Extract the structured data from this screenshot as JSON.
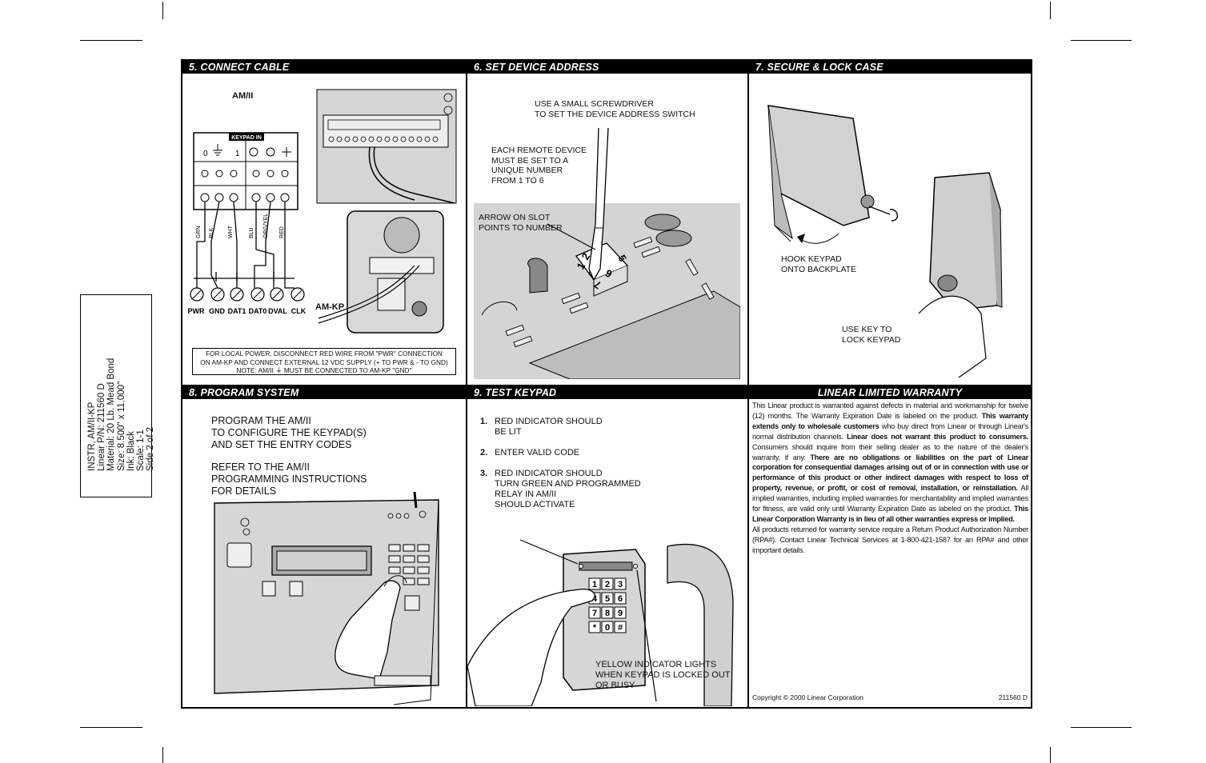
{
  "spec_block": {
    "lines": [
      "INSTR, AM/II-KP",
      "Linear P/N: 211560 D",
      "Material: 20 Lb. Mead Bond",
      "Size: 8.500\" x 11.000\"",
      "Ink: Black",
      "Scale: 1-1",
      "Side 2 of 2"
    ]
  },
  "panels": {
    "connect_cable": {
      "title": "5.  CONNECT CABLE",
      "amii_label": "AM/II",
      "keypad_in_label": "KEYPAD IN",
      "wire_colors": [
        "GRN",
        "BLK",
        "WHT",
        "BLU",
        "ORG/YEL",
        "RED"
      ],
      "amkp_label": "AM-KP",
      "terminal_labels": [
        "PWR",
        "GND",
        "DAT1",
        "DAT0",
        "DVAL",
        "CLK"
      ],
      "note_lines": [
        "FOR LOCAL POWER, DISCONNECT RED WIRE FROM \"PWR\"  CONNECTION",
        "ON AM-KP AND CONNECT EXTERNAL 12 VDC SUPPLY (+ TO PWR & - TO GND)",
        "NOTE: AM/II ⏚ MUST BE CONNECTED TO AM-KP \"GND\""
      ]
    },
    "set_device_address": {
      "title": "6.  SET DEVICE ADDRESS",
      "callout_screwdriver": "USE A SMALL SCREWDRIVER\nTO SET THE DEVICE ADDRESS SWITCH",
      "callout_device": "EACH REMOTE DEVICE\nMUST BE SET TO A\nUNIQUE NUMBER\nFROM 1 TO 6",
      "callout_arrow": "ARROW ON SLOT\nPOINTS TO NUMBER",
      "switch_digits": [
        "1",
        "2",
        "0",
        "7",
        "6",
        "5"
      ]
    },
    "secure_lock_case": {
      "title": "7.  SECURE & LOCK CASE",
      "callout_hook": "HOOK KEYPAD\nONTO BACKPLATE",
      "callout_key": "USE KEY TO\nLOCK KEYPAD"
    },
    "program_system": {
      "title": "8.  PROGRAM SYSTEM",
      "para1": "PROGRAM THE AM/II\nTO CONFIGURE THE KEYPAD(S)\nAND SET THE ENTRY CODES",
      "para2": "REFER TO THE AM/II\nPROGRAMMING INSTRUCTIONS\nFOR DETAILS"
    },
    "test_keypad": {
      "title": "9.  TEST KEYPAD",
      "steps": [
        {
          "num": "1.",
          "text": "RED INDICATOR SHOULD\nBE LIT"
        },
        {
          "num": "2.",
          "text": "ENTER VALID CODE"
        },
        {
          "num": "3.",
          "text": "RED INDICATOR SHOULD\nTURN GREEN AND PROGRAMMED\nRELAY IN AM/II\nSHOULD ACTIVATE"
        }
      ],
      "keypad_keys": [
        "1",
        "2",
        "3",
        "4",
        "5",
        "6",
        "7",
        "8",
        "9",
        "*",
        "0",
        "#"
      ],
      "callout_yellow": "YELLOW INDICATOR LIGHTS\nWHEN KEYPAD IS LOCKED OUT\nOR BUSY"
    },
    "warranty": {
      "title": "LINEAR LIMITED WARRANTY",
      "p1": [
        {
          "t": "This Linear product is warranted against defects in material and workmanship for twelve (12) months. The Warranty Expiration Date is labeled on the product. ",
          "b": false
        },
        {
          "t": "This warranty extends only to wholesale customers",
          "b": true
        },
        {
          "t": " who buy direct from Linear or through Linear's normal distribution channels. ",
          "b": false
        },
        {
          "t": "Linear does not warrant this product to consumers.",
          "b": true
        },
        {
          "t": " Consumers should inquire from their selling dealer as to the nature of the dealer's warranty, if any. ",
          "b": false
        },
        {
          "t": "There are no obligations or liabilities on the part of Linear corporation for consequential damages arising out of or in connection with use or performance of this product or other indirect damages with respect to loss of property, revenue, or profit, or cost of removal, installation, or reinstallation.",
          "b": true
        },
        {
          "t": " All implied warranties, including implied warranties for merchantability and implied warranties for fitness, are valid only until Warranty Expiration Date as labeled on the product. ",
          "b": false
        },
        {
          "t": "This Linear Corporation Warranty is in lieu of all other warranties express or implied.",
          "b": true
        }
      ],
      "p2": "All products returned for warranty service require a Return Product Authorization Number (RPA#). Contact Linear Technical Services at 1-800-421-1587 for an RPA# and other important details.",
      "copyright": "Copyright © 2000 Linear Corporation",
      "part_number": "211560 D"
    }
  }
}
